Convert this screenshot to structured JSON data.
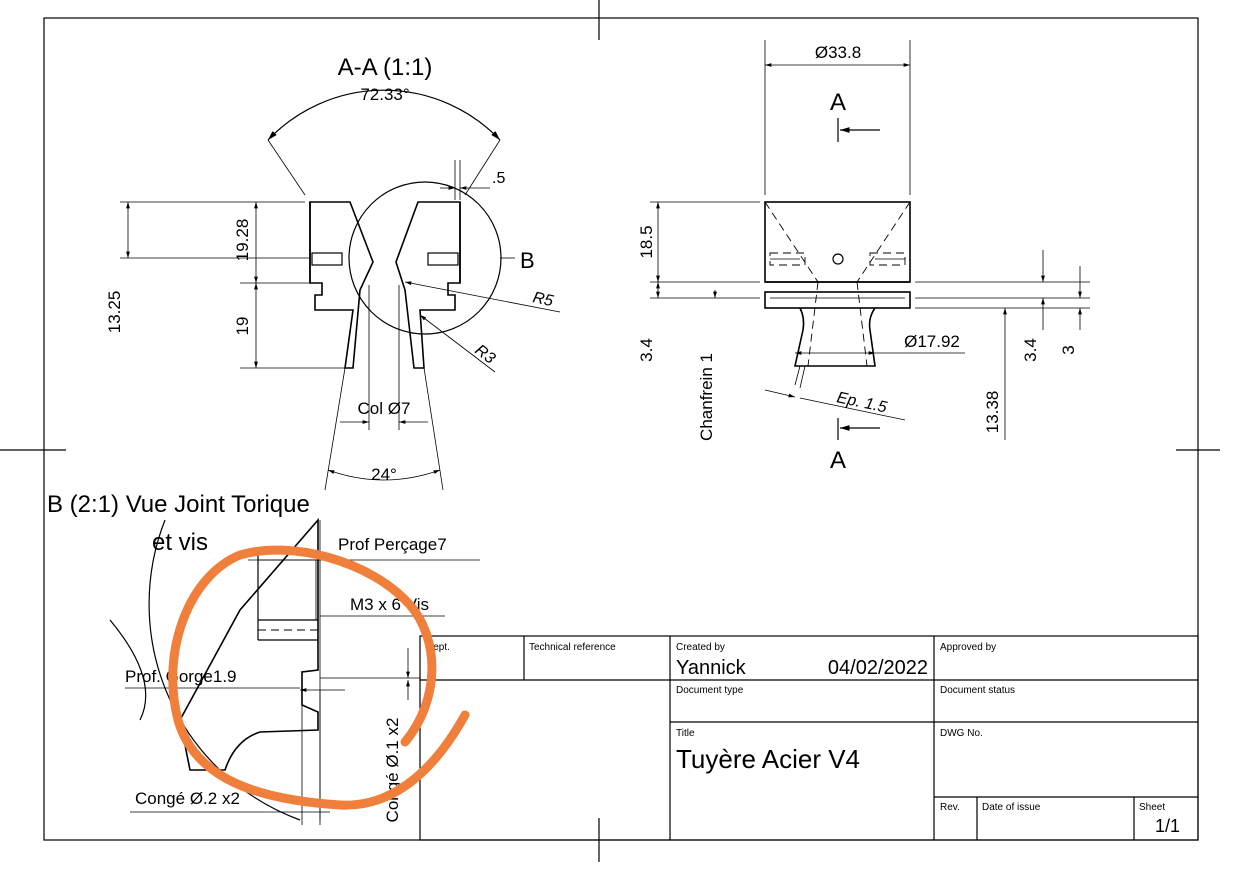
{
  "section_view": {
    "title": "A-A (1:1)",
    "dims": {
      "angle_top": "72.33°",
      "gap": ".5",
      "h_1928": "19.28",
      "h_1325": "13.25",
      "h_19": "19",
      "detail_label": "B",
      "r5": "R5",
      "r3": "R3",
      "col": "Col Ø7",
      "angle_bottom": "24°"
    }
  },
  "side_view": {
    "dims": {
      "dia_top": "Ø33.8",
      "section_a": "A",
      "h_185": "18.5",
      "h_34_left": "3.4",
      "chanfrein": "Chanfrein 1",
      "dia_mid": "Ø17.92",
      "ep": "Ep. 1.5",
      "h_1338": "13.38",
      "h_34_right": "3.4",
      "h_3": "3"
    }
  },
  "detail_view": {
    "title_line1": "B (2:1) Vue Joint Torique",
    "title_line2": "et vis",
    "prof_percage": "Prof Perçage7",
    "m3": "M3 x 6 Vis",
    "prof_gorge": "Prof. Gorge1.9",
    "conge_02": "Congé Ø.2 x2",
    "conge_01": "Congé Ø.1 x2"
  },
  "title_block": {
    "dept_label": "Dept.",
    "tech_ref_label": "Technical reference",
    "created_by_label": "Created by",
    "created_by": "Yannick",
    "date": "04/02/2022",
    "approved_by_label": "Approved by",
    "document_type_label": "Document type",
    "document_status_label": "Document status",
    "title_label": "Title",
    "title": "Tuyère Acier V4",
    "dwg_label": "DWG No.",
    "rev_label": "Rev.",
    "date_issue_label": "Date of issue",
    "sheet_label": "Sheet",
    "sheet": "1/1"
  },
  "colors": {
    "annotation": "#f07f3c",
    "ink": "#000000"
  }
}
